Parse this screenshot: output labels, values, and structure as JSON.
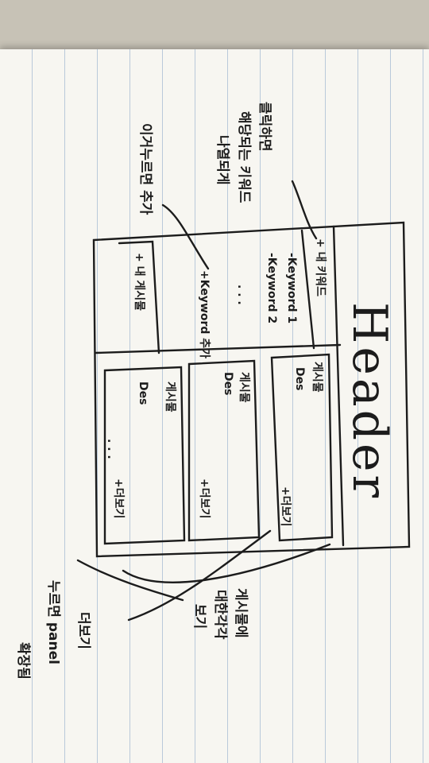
{
  "header": {
    "title": "Header"
  },
  "sidebar": {
    "add_button": "+ 내 키워드",
    "keywords": [
      "-Keyword 1",
      "-Keyword 2",
      ". . ."
    ],
    "add_keyword": "+Keyword 추가",
    "my_post_button": "+ 내 게시물"
  },
  "cards": [
    {
      "title": "게시물",
      "description": "Des",
      "more": "+더보기"
    },
    {
      "title": "게시물",
      "description": "Des",
      "more": "+더보기"
    },
    {
      "title": "게시물",
      "description": "Des",
      "more": "+더보기"
    }
  ],
  "more_cards": ". . .",
  "notes": {
    "n1": [
      "클릭하면",
      "해당되는 키워드",
      "나열되게"
    ],
    "n2": "이거누르면 추가",
    "n3": [
      "게시물에",
      "대한각각",
      "보기"
    ],
    "n4": "더보기",
    "n5": [
      "누르면 panel",
      "확장됨"
    ]
  }
}
